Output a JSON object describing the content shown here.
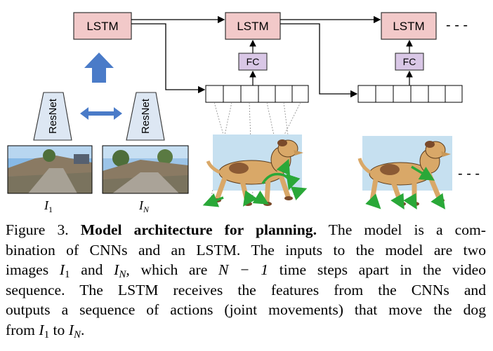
{
  "diagram": {
    "lstm_label": "LSTM",
    "fc_label": "FC",
    "resnet_label": "ResNet",
    "image_labels": {
      "first": "I",
      "first_sub": "1",
      "last": "I",
      "last_sub": "N"
    },
    "continuation": "- - -",
    "colors": {
      "lstm_fill": "#f2c9c9",
      "fc_fill": "#d9c7e6",
      "resnet_fill": "#dde7f3",
      "arrow_blue": "#4a7bc8",
      "action_green": "#2aa838",
      "bg_panel": "#c6e0f0"
    }
  },
  "caption": {
    "prefix": "Figure 3.",
    "title": "Model architecture for planning.",
    "l1": "The model is a com-",
    "l2": "bination of CNNs and an LSTM. The inputs to the model are two",
    "l3a": "images ",
    "l3b": " and ",
    "l3c": ", which are ",
    "l3d": " time steps apart in the video",
    "l4": "sequence.  The LSTM receives the features from the CNNs and",
    "l5": "outputs a sequence of actions (joint movements) that move the dog",
    "l6a": "from ",
    "l6b": " to ",
    "l6c": ".",
    "var_I": "I",
    "sub_1": "1",
    "sub_N": "N",
    "n_minus_1": "N − 1"
  }
}
